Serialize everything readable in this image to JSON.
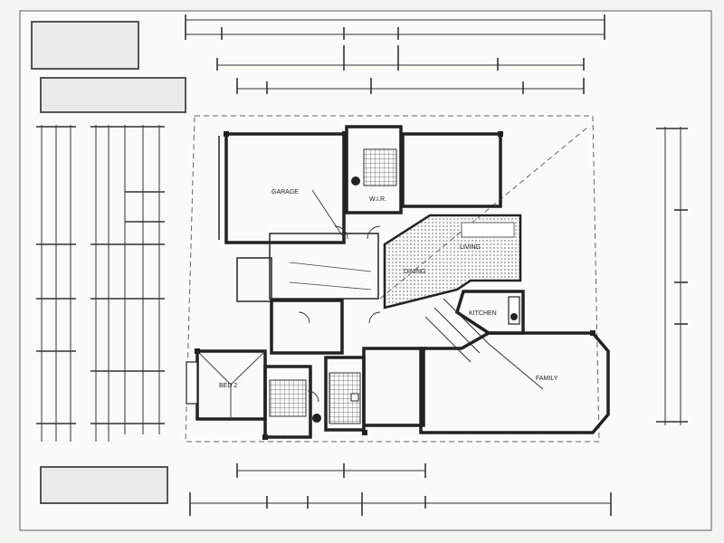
{
  "rooms": {
    "garage": "GARAGE",
    "wir": "W.I.R.",
    "living": "LIVING",
    "dining": "DINING",
    "kitchen": "KITCHEN",
    "bed2": "BED 2",
    "family": "FAMILY"
  },
  "colors": {
    "paper": "#f4f4f2",
    "ink": "#222222",
    "label_box": "#eaeaea",
    "hatch": "#9a9a9a"
  }
}
